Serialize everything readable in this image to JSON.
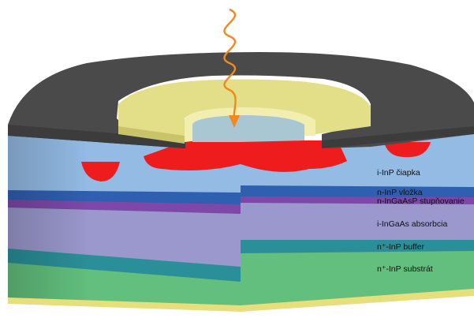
{
  "layers": [
    {
      "id": "cap",
      "label": "i-InP čiapka",
      "color": "#93bbe4"
    },
    {
      "id": "insert",
      "label": "n-InP vložka",
      "color": "#2f5fb0"
    },
    {
      "id": "grading",
      "label": "n-InGaAsP stupňovanie",
      "color": "#7d48a8"
    },
    {
      "id": "absorption",
      "label": "i-InGaAs absorbcia",
      "color": "#9a98cc"
    },
    {
      "id": "buffer",
      "label": "n⁺-InP buffer",
      "color": "#2a8f98"
    },
    {
      "id": "substrate",
      "label": "n⁺-InP substrát",
      "color": "#62bf7d"
    }
  ],
  "colors": {
    "contact_top": "#4a4a4a",
    "ring_electrode": "#e3df88",
    "diffusion": "#ee1c1c",
    "photon": "#f08a1e",
    "base_film": "#e6df7c"
  },
  "icons": {
    "photon": "photon-wave-arrow-icon"
  }
}
